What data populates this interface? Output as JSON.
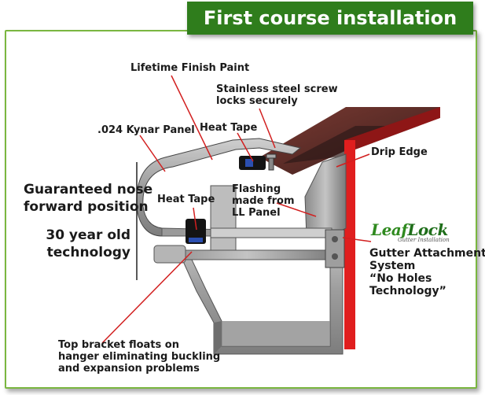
{
  "title": "First course installation",
  "labels": {
    "lifetime_paint": "Lifetime Finish Paint",
    "stainless_screw": "Stainless steel screw\nlocks securely",
    "kynar_panel": ".024 Kynar Panel",
    "heat_tape_top": "Heat Tape",
    "drip_edge": "Drip Edge",
    "guaranteed_nose": "Guaranteed nose\nforward position",
    "heat_tape_inner": "Heat Tape",
    "flashing": "Flashing\nmade from\nLL Panel",
    "thirty_year": "30 year old\ntechnology",
    "gutter_attachment": "Gutter Attachment\nSystem\n“No Holes\nTechnology”",
    "top_bracket": "Top bracket floats on\nhanger eliminating buckling\nand expansion problems"
  },
  "logo": {
    "brand_part1": "Leaf",
    "brand_part2": "Lock",
    "tagline": "Gutter Installation"
  },
  "colors": {
    "title_bg": "#2f7d1c",
    "frame_border": "#7ab640",
    "leader_line": "#d21f1f",
    "fascia_red": "#e01e1e",
    "metal": "#a9a9a9",
    "shingle": "#6b2a2a"
  }
}
